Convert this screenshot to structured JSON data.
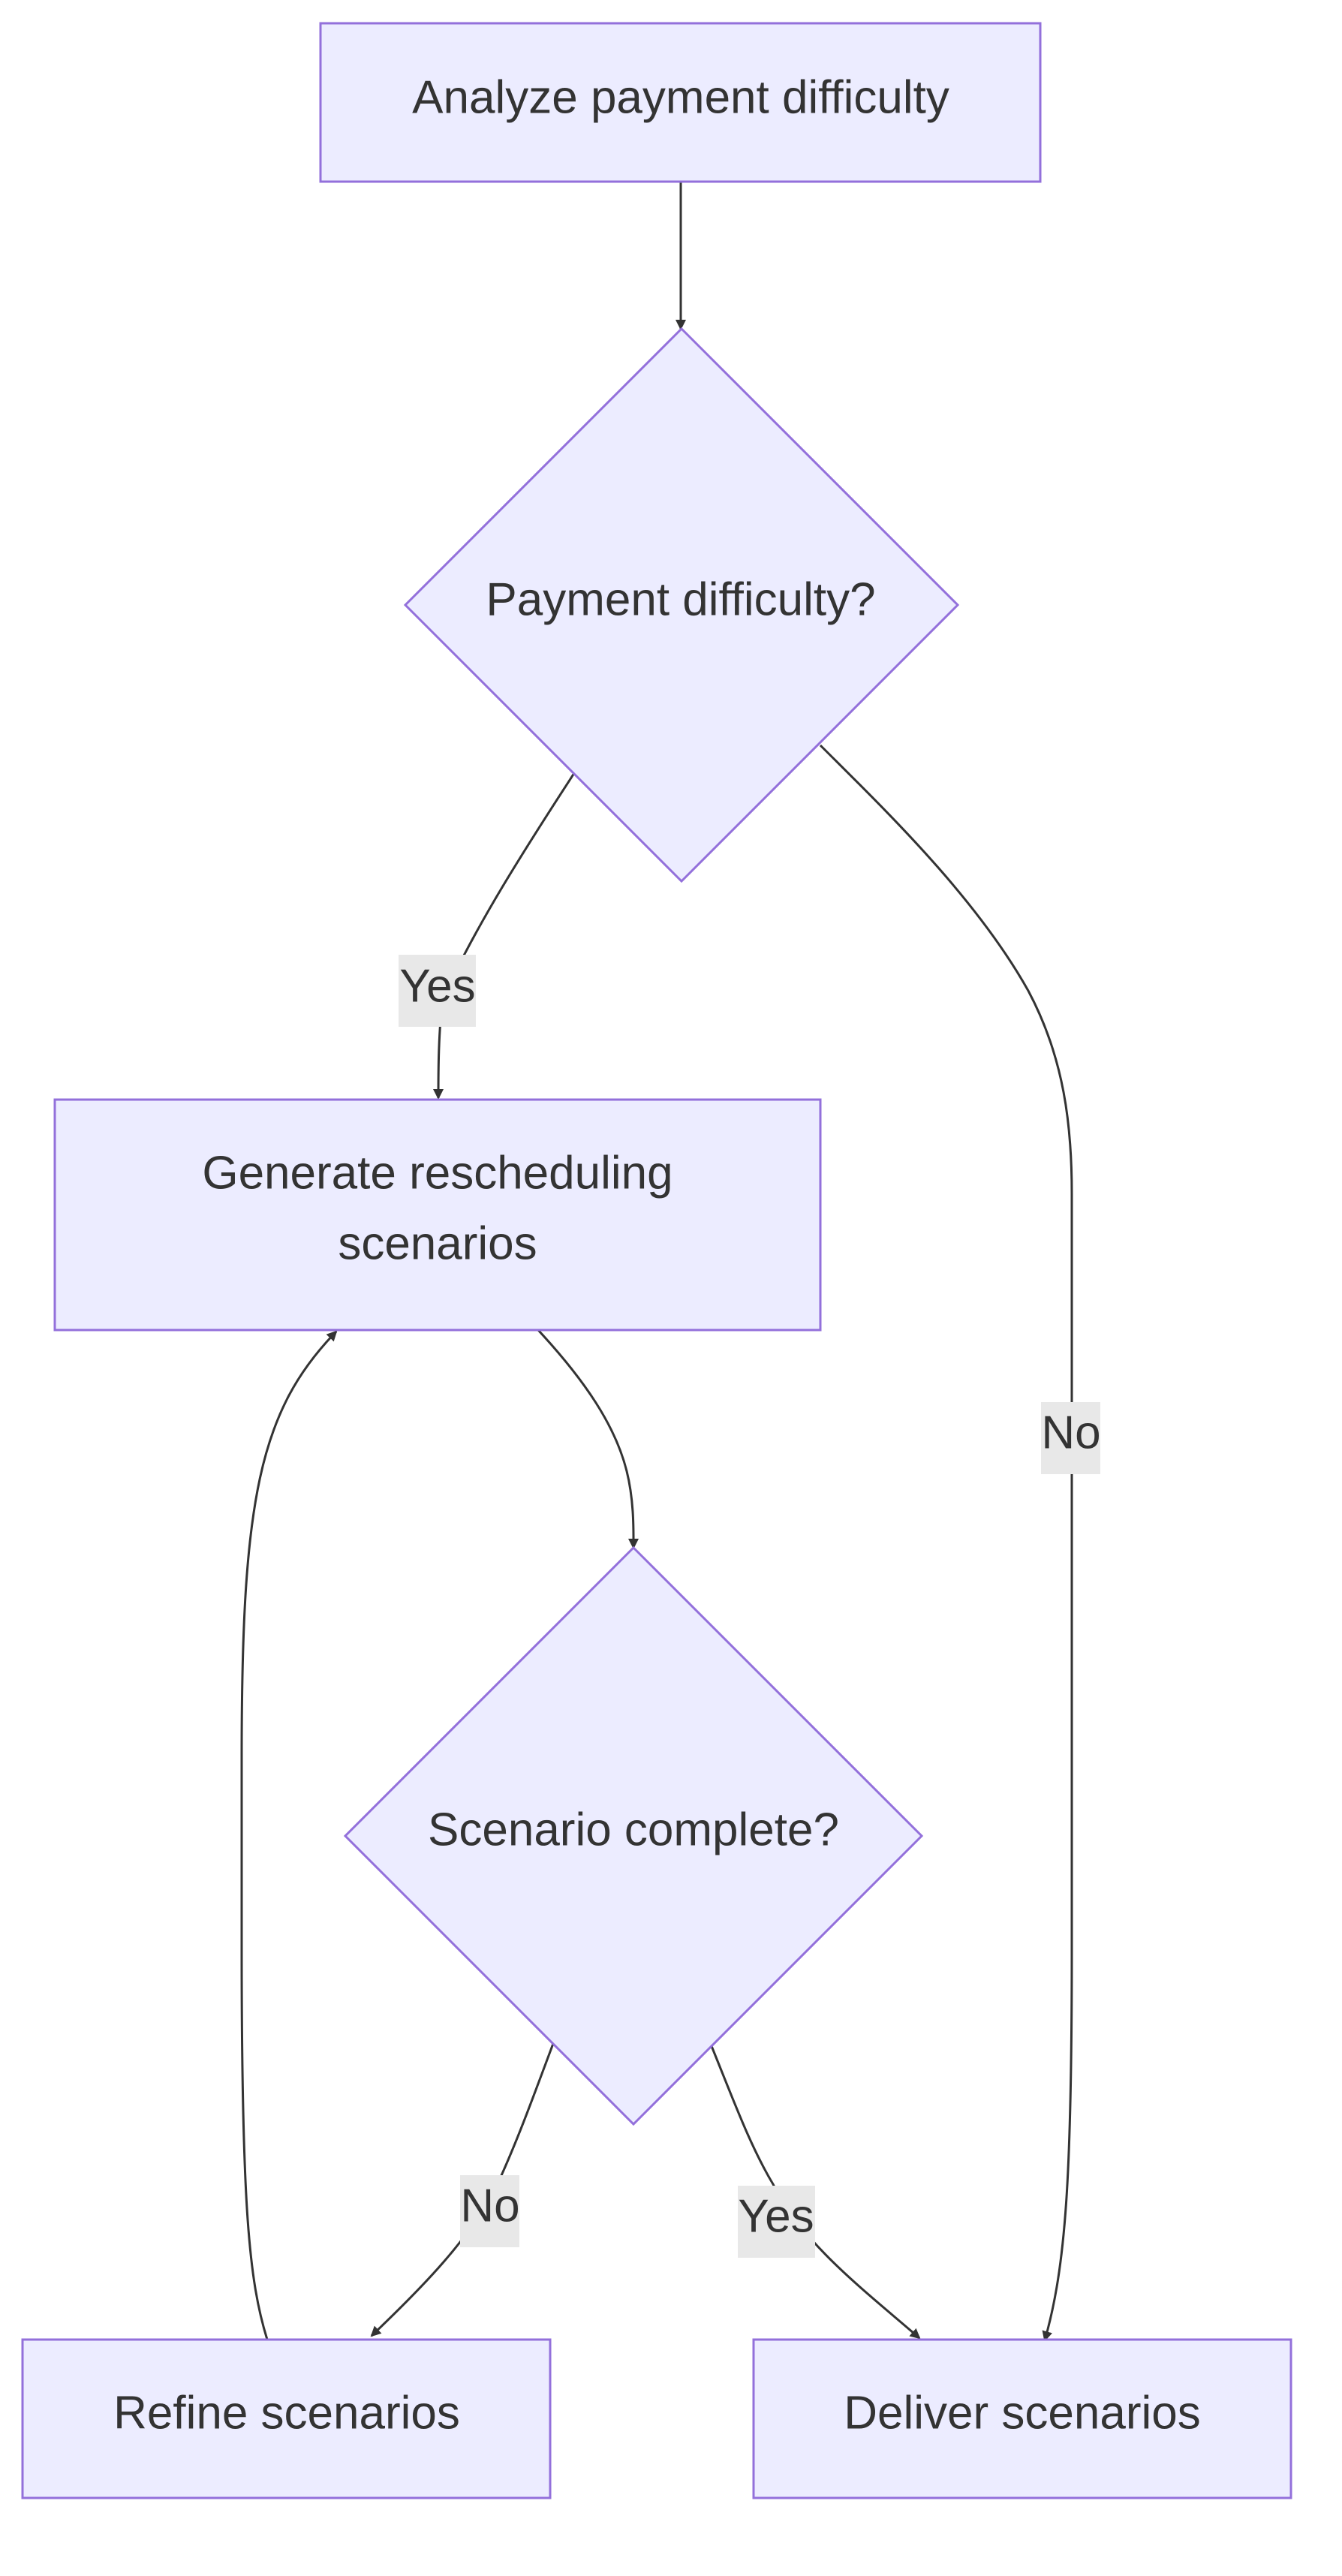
{
  "diagram": {
    "nodes": {
      "analyze": "Analyze payment difficulty",
      "payment_difficulty": "Payment difficulty?",
      "generate_line1": "Generate rescheduling",
      "generate_line2": "scenarios",
      "scenario_complete": "Scenario complete?",
      "refine": "Refine scenarios",
      "deliver": "Deliver scenarios"
    },
    "edge_labels": {
      "payment_yes": "Yes",
      "payment_no": "No",
      "complete_no": "No",
      "complete_yes": "Yes"
    },
    "colors": {
      "node_fill": "#ECECFF",
      "node_stroke": "#9370DB",
      "edge": "#333333",
      "label_background": "#E8E8E8",
      "text": "#333333"
    }
  }
}
